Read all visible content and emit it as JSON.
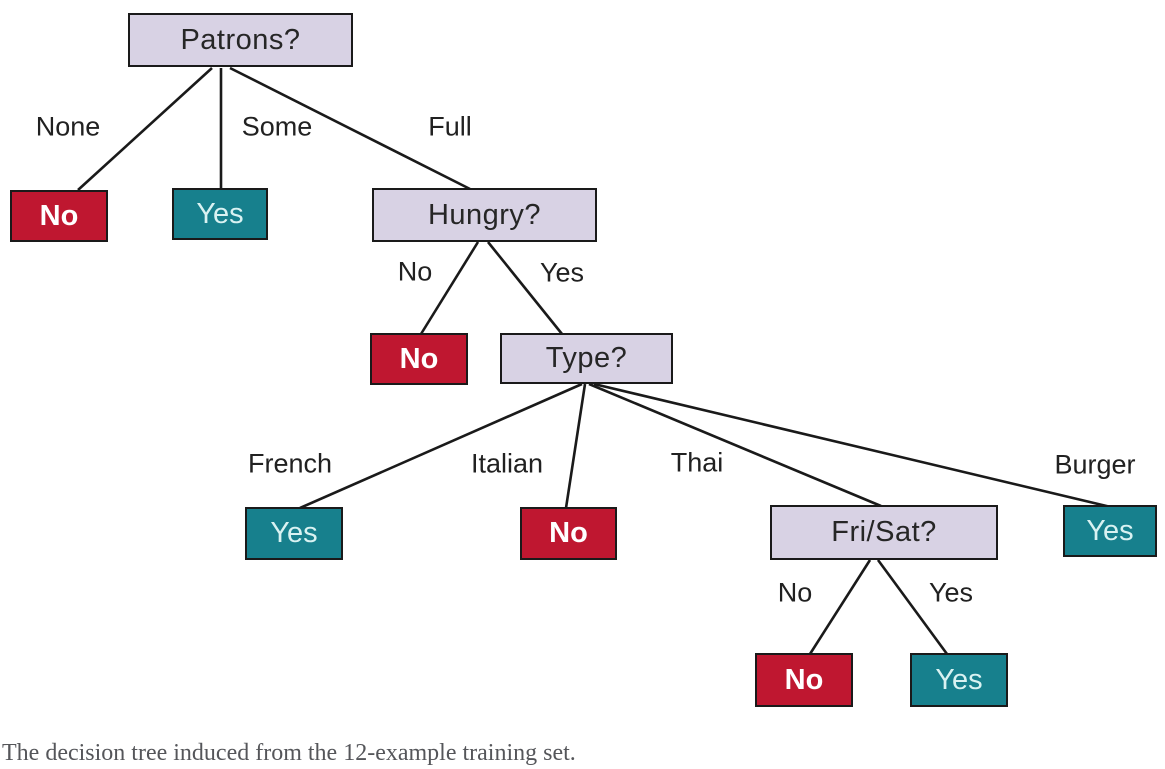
{
  "colors": {
    "decision_node_fill": "#d8d2e4",
    "leaf_no_fill": "#bf1730",
    "leaf_yes_fill": "#17808d",
    "border_and_edges": "#1a1a1a",
    "leaf_no_text": "#ffffff",
    "leaf_yes_text": "#d9f2f2",
    "caption_text": "#55565a"
  },
  "caption": "The decision tree induced from the 12-example training set.",
  "tree": {
    "node": "Patrons?",
    "branches": [
      {
        "label": "None",
        "leaf": "No"
      },
      {
        "label": "Some",
        "leaf": "Yes"
      },
      {
        "label": "Full",
        "node": "Hungry?",
        "branches": [
          {
            "label": "No",
            "leaf": "No"
          },
          {
            "label": "Yes",
            "node": "Type?",
            "branches": [
              {
                "label": "French",
                "leaf": "Yes"
              },
              {
                "label": "Italian",
                "leaf": "No"
              },
              {
                "label": "Thai",
                "node": "Fri/Sat?",
                "branches": [
                  {
                    "label": "No",
                    "leaf": "No"
                  },
                  {
                    "label": "Yes",
                    "leaf": "Yes"
                  }
                ]
              },
              {
                "label": "Burger",
                "leaf": "Yes"
              }
            ]
          }
        ]
      }
    ]
  }
}
